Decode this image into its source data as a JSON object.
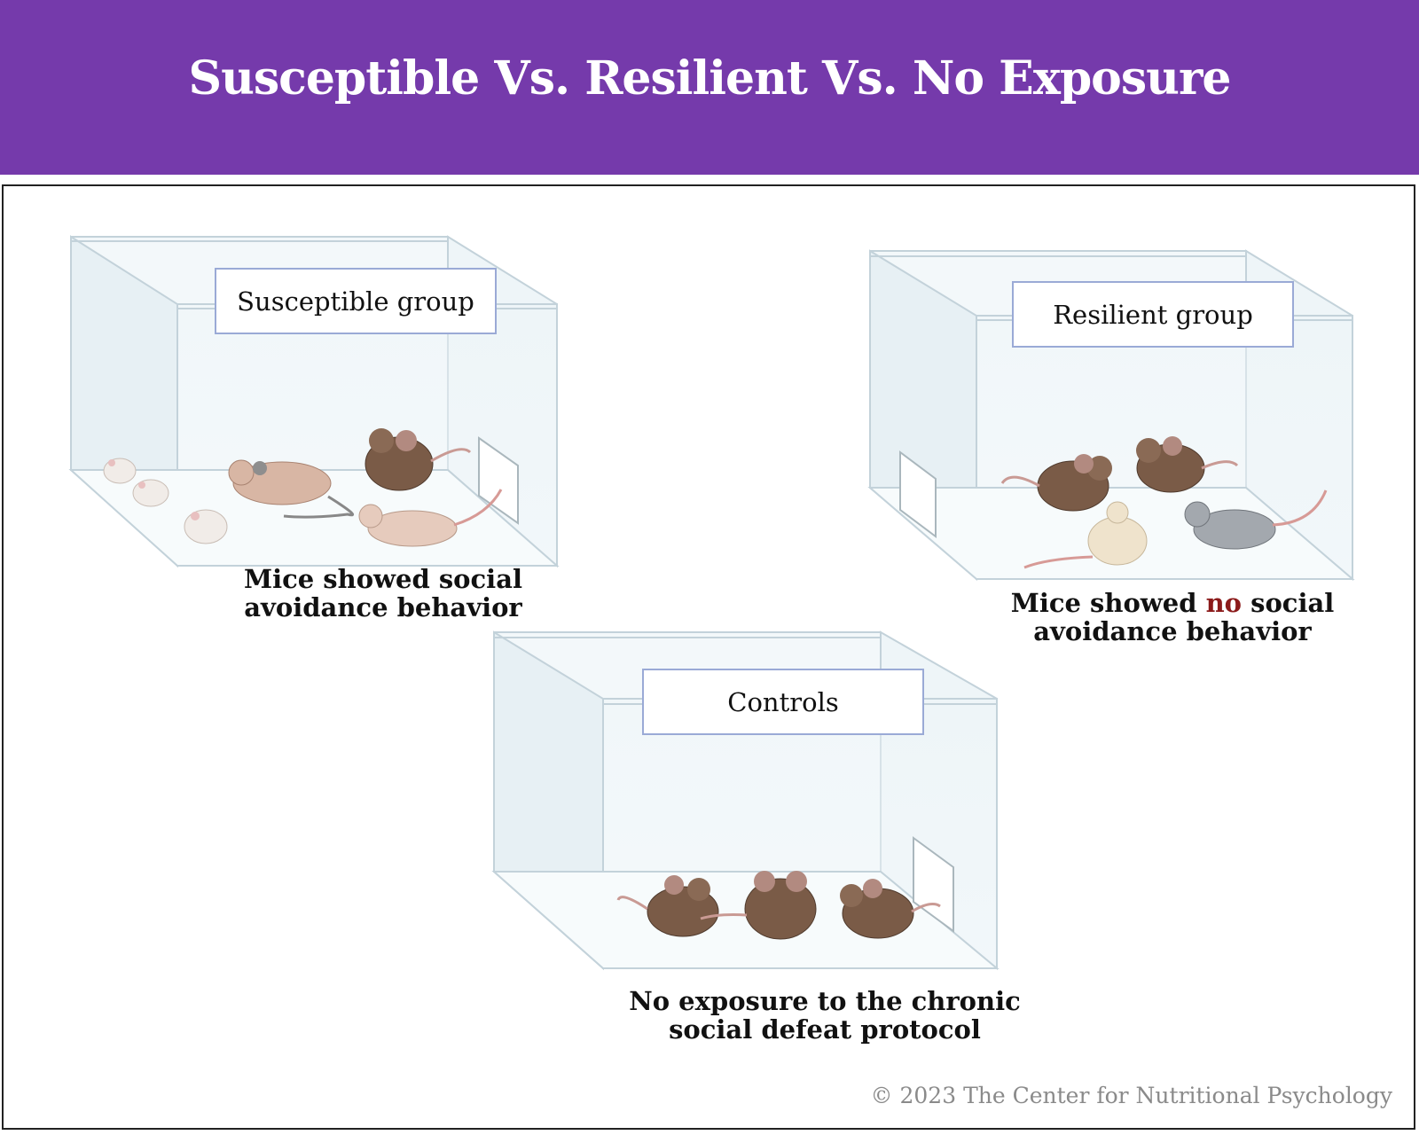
{
  "header": {
    "title": "Susceptible Vs. Resilient Vs. No Exposure"
  },
  "colors": {
    "header_bg": "#753aab",
    "accent": "#8b1a1a",
    "box_border": "#9aaad6"
  },
  "groups": {
    "susceptible": {
      "label": "Susceptible group",
      "caption_line1": "Mice showed social",
      "caption_line2": "avoidance behavior"
    },
    "resilient": {
      "label": "Resilient group",
      "caption_prefix": "Mice showed ",
      "caption_accent": "no",
      "caption_suffix": " social",
      "caption_line2": "avoidance behavior"
    },
    "controls": {
      "label": "Controls",
      "caption_line1": "No exposure to the chronic",
      "caption_line2": "social defeat protocol"
    }
  },
  "footer": {
    "copyright": "© 2023 The Center for Nutritional Psychology"
  }
}
